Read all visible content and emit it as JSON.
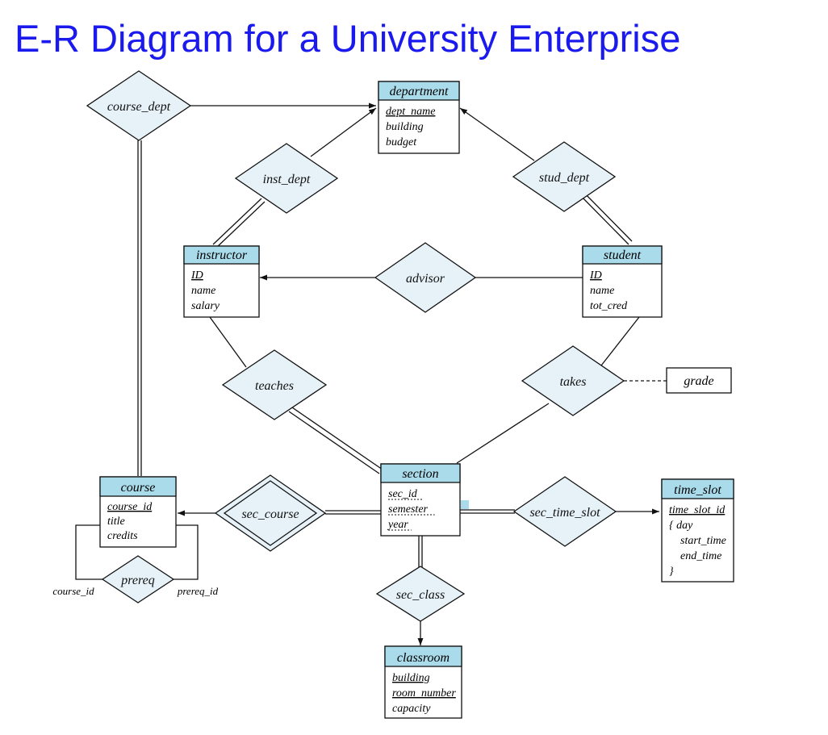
{
  "title": "E-R Diagram for a University Enterprise",
  "colors": {
    "title": "#1a1aee",
    "entity_header": "#aadbeb",
    "relationship_fill": "#e6f2f8",
    "line": "#111111"
  },
  "entities": {
    "department": {
      "name": "department",
      "attrs": [
        {
          "text": "dept_name",
          "key": true
        },
        {
          "text": "building"
        },
        {
          "text": "budget"
        }
      ]
    },
    "instructor": {
      "name": "instructor",
      "attrs": [
        {
          "text": "ID",
          "key": true
        },
        {
          "text": "name"
        },
        {
          "text": "salary"
        }
      ]
    },
    "student": {
      "name": "student",
      "attrs": [
        {
          "text": "ID",
          "key": true
        },
        {
          "text": "name"
        },
        {
          "text": "tot_cred"
        }
      ]
    },
    "section": {
      "name": "section",
      "attrs": [
        {
          "text": "sec_id",
          "key": true,
          "dashed": true
        },
        {
          "text": "semester",
          "key": true,
          "dashed": true
        },
        {
          "text": "year",
          "key": true,
          "dashed": true
        }
      ]
    },
    "course": {
      "name": "course",
      "attrs": [
        {
          "text": "course_id",
          "key": true
        },
        {
          "text": "title"
        },
        {
          "text": "credits"
        }
      ]
    },
    "time_slot": {
      "name": "time_slot",
      "attrs": [
        {
          "text": "time_slot_id",
          "key": true
        },
        {
          "text": "{ day"
        },
        {
          "text": "start_time"
        },
        {
          "text": "end_time"
        },
        {
          "text": "}"
        }
      ]
    },
    "classroom": {
      "name": "classroom",
      "attrs": [
        {
          "text": "building",
          "key": true
        },
        {
          "text": "room_number",
          "key": true
        },
        {
          "text": "capacity"
        }
      ]
    }
  },
  "relationships": {
    "course_dept": "course_dept",
    "inst_dept": "inst_dept",
    "stud_dept": "stud_dept",
    "advisor": "advisor",
    "teaches": "teaches",
    "takes": "takes",
    "sec_course": "sec_course",
    "sec_time_slot": "sec_time_slot",
    "sec_class": "sec_class",
    "prereq": "prereq"
  },
  "attribute_boxes": {
    "grade": "grade"
  },
  "role_labels": {
    "course_id": "course_id",
    "prereq_id": "prereq_id"
  }
}
